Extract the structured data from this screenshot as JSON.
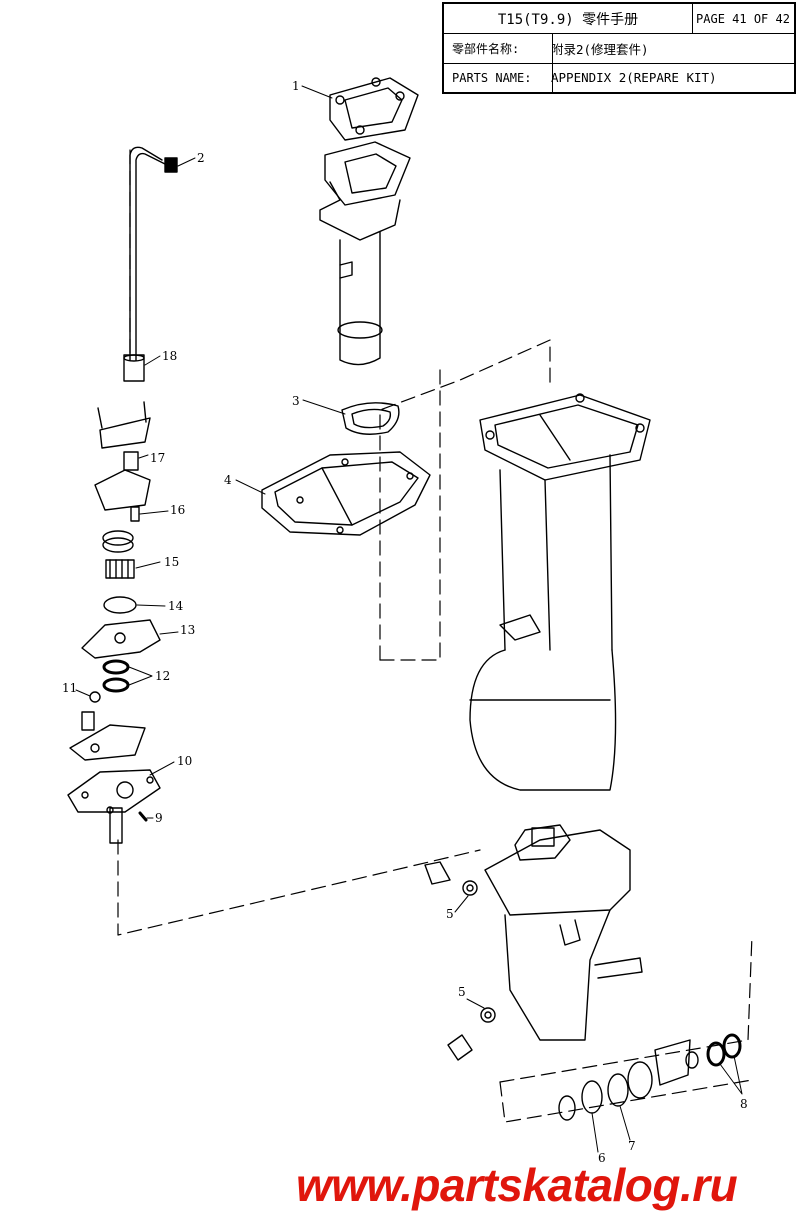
{
  "title_block": {
    "title": "T15(T9.9) 零件手册",
    "page": "PAGE 41 OF 42",
    "name_label_cn": "零部件名称:",
    "name_value_cn": "附录2(修理套件)",
    "name_label_en": "PARTS NAME:",
    "name_value_en": "APPENDIX 2(REPARE KIT)"
  },
  "callouts": [
    "1",
    "2",
    "3",
    "4",
    "5",
    "5",
    "6",
    "7",
    "8",
    "9",
    "10",
    "11",
    "12",
    "13",
    "14",
    "15",
    "16",
    "17",
    "18"
  ],
  "watermark": "www.partskatalog.ru",
  "colors": {
    "ink": "#000000",
    "watermark": "#e0160c",
    "background": "#ffffff"
  }
}
